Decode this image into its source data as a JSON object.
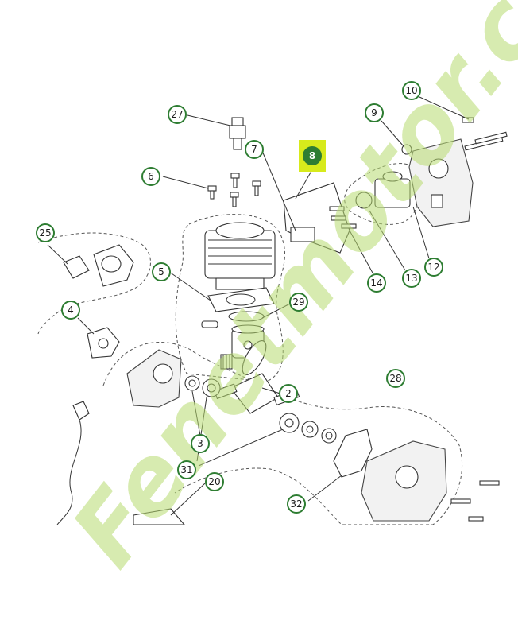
{
  "diagram": {
    "callouts": [
      {
        "label": "2"
      },
      {
        "label": "3"
      },
      {
        "label": "4"
      },
      {
        "label": "5"
      },
      {
        "label": "6"
      },
      {
        "label": "7"
      },
      {
        "label": "8"
      },
      {
        "label": "9"
      },
      {
        "label": "10"
      },
      {
        "label": "12"
      },
      {
        "label": "13"
      },
      {
        "label": "14"
      },
      {
        "label": "20"
      },
      {
        "label": "25"
      },
      {
        "label": "27"
      },
      {
        "label": "28"
      },
      {
        "label": "29"
      },
      {
        "label": "31"
      },
      {
        "label": "32"
      }
    ],
    "highlight_color": "#d7ea1c",
    "callout_color": "#2e7d32"
  },
  "watermark": {
    "text": "Fenetmotor.com",
    "color": "#b8dc70"
  }
}
